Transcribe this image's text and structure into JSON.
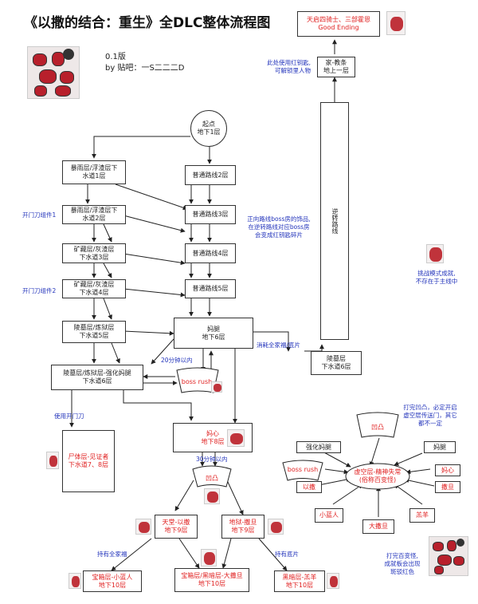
{
  "title": "《以撒的结合：重生》全DLC整体流程图",
  "version": "0.1版",
  "author": "by  贴吧：一S二二二D",
  "nodes": {
    "good_ending": "天启四骑士、三部霍恩\nGood Ending",
    "home_attic": "家-教条\n地上一层",
    "reverse_route": "逆转路线",
    "start": "起点\n地下1层",
    "left_1": "暴雨层/浮渣层下\n水道1层",
    "left_2": "暴雨层/浮渣层下\n水道2层",
    "left_3": "矿藏层/灰渣层\n下水道3层",
    "left_4": "矿藏层/灰渣层\n下水道4层",
    "left_5": "陵墓层/炼狱层\n下水道5层",
    "left_6": "陵墓层/炼狱层-强化妈腿\n下水道6层",
    "normal_2": "普通路线2层",
    "normal_3": "普通路线3层",
    "normal_4": "普通路线4层",
    "normal_5": "普通路线5层",
    "mom_6": "妈腿\n地下6层",
    "mausoleum_rev": "陵墓层\n下水道6层",
    "boss_rush": "boss rush",
    "corpse": "尸体层-见证者\n下水道7、8层",
    "mom_heart": "妈心\n地下8层",
    "bump": "凹凸",
    "heaven": "天堂-以撒\n地下9层",
    "hell": "地狱-撒旦\n地下9层",
    "chest_blue": "宝箱层-小蓝人\n地下10层",
    "chest_dark": "宝箱层/黑暗层-大撒旦\n地下10层",
    "dark_lamb": "黑暗层-羔羊\n地下10层",
    "strong_leg": "强化妈腿",
    "mom_leg": "妈腿",
    "void_layer": "虚空层-精神失常\n(俗称百变怪)",
    "mom_heart_short": "妈心",
    "isaac": "以撒",
    "satan": "撒旦",
    "blue_baby": "小蓝人",
    "lamb": "羔羊",
    "mega_satan": "大撒旦"
  },
  "notes": {
    "red_key": "此处使用红钥匙,\n可解锁里人物",
    "knife_1": "开门刀组件1",
    "knife_2": "开门刀组件2",
    "use_knife": "使用开门刀",
    "boss_items": "正向路线boss房的饰品,\n在逆转路线对应boss房\n会变成红钥匙碎片",
    "consume_family": "消耗全家福/底片",
    "min_20": "20分钟以内",
    "min_30": "30分钟以内",
    "family": "持有全家福",
    "photo": "持有底片",
    "challenge": "挑战模式成就,\n不存在于主线中",
    "bump_void": "打完凹凸，必定开启\n虚空层传送门，其它\n都不一定",
    "delirium": "打完百变怪,\n成就板会出现\n斑驳红色"
  },
  "colors": {
    "ending_red": "#e02020",
    "note_blue": "#2233bb",
    "seal_red": "#c0333b"
  }
}
